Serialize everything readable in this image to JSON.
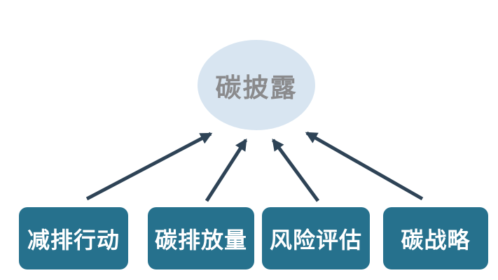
{
  "diagram": {
    "type": "converging-arrows",
    "center_node": {
      "label": "碳披露"
    },
    "source_nodes": [
      {
        "label": "减排行动"
      },
      {
        "label": "碳排放量"
      },
      {
        "label": "风险评估"
      },
      {
        "label": "碳战略"
      }
    ],
    "colors": {
      "background": "#ffffff",
      "ellipse_fill": "#d8e5f1",
      "ellipse_text": "#8a8a8c",
      "box_fill": "#26718d",
      "box_text": "#ffffff",
      "arrow": "#2e4356"
    }
  }
}
